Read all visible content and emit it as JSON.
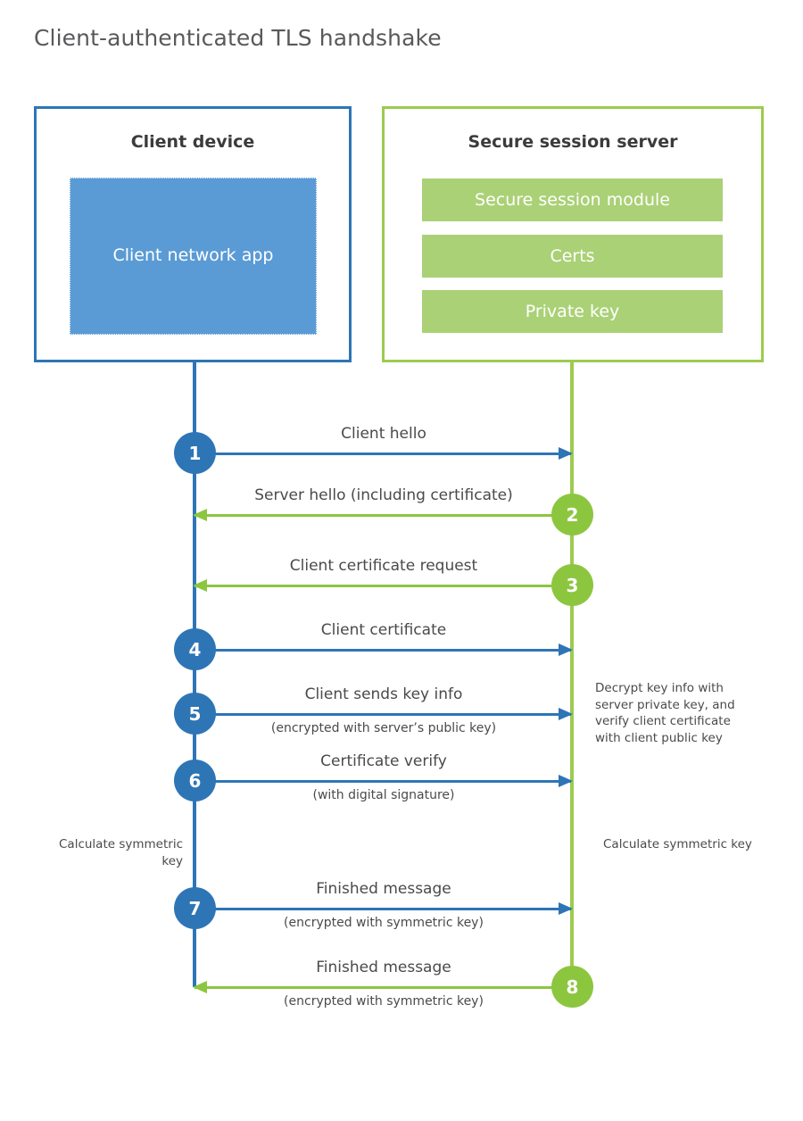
{
  "title": "Client-authenticated TLS handshake",
  "colors": {
    "client_blue": "#2e75b6",
    "client_app_fill": "#5b9bd5",
    "server_green": "#9ccb4f",
    "server_bar_fill": "#aad176",
    "arrow_green": "#8cc63f",
    "text_gray": "#4a4a4c",
    "title_gray": "#58595b"
  },
  "client": {
    "title": "Client device",
    "app_label": "Client network app"
  },
  "server": {
    "title": "Secure session server",
    "components": [
      "Secure session module",
      "Certs",
      "Private key"
    ]
  },
  "messages": [
    {
      "step": "1",
      "direction": "client-to-server",
      "label": "Client hello",
      "sublabel": ""
    },
    {
      "step": "2",
      "direction": "server-to-client",
      "label": "Server hello (including certificate)",
      "sublabel": ""
    },
    {
      "step": "3",
      "direction": "server-to-client",
      "label": "Client certificate request",
      "sublabel": ""
    },
    {
      "step": "4",
      "direction": "client-to-server",
      "label": "Client certificate",
      "sublabel": ""
    },
    {
      "step": "5",
      "direction": "client-to-server",
      "label": "Client sends key info",
      "sublabel": "(encrypted with server’s public key)"
    },
    {
      "step": "6",
      "direction": "client-to-server",
      "label": "Certificate verify",
      "sublabel": "(with digital signature)"
    },
    {
      "step": "7",
      "direction": "client-to-server",
      "label": "Finished message",
      "sublabel": "(encrypted with symmetric key)"
    },
    {
      "step": "8",
      "direction": "server-to-client",
      "label": "Finished message",
      "sublabel": "(encrypted with symmetric key)"
    }
  ],
  "notes": {
    "decrypt": "Decrypt key info with server private key, and verify client certificate with client public key",
    "client_calculate": "Calculate symmetric key",
    "server_calculate": "Calculate symmetric key"
  }
}
